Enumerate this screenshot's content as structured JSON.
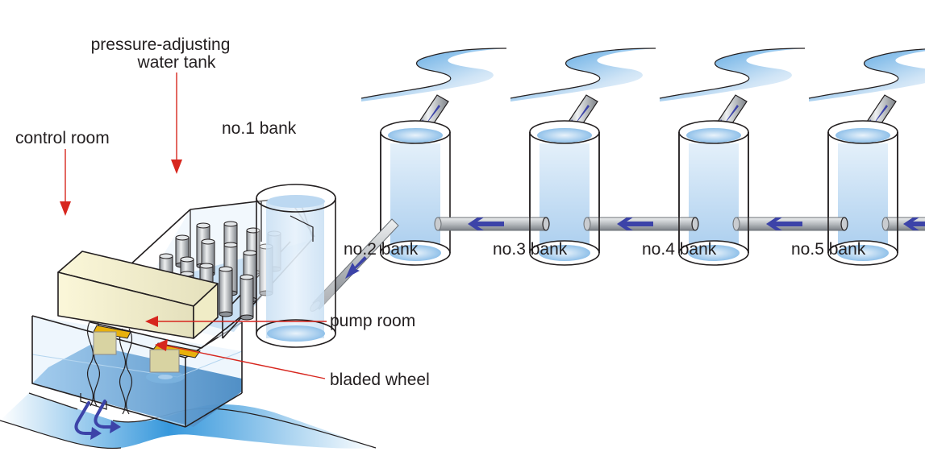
{
  "diagram": {
    "title": "Underground rainwater discharge system",
    "labels": {
      "pressure_tank_line1": "pressure-adjusting",
      "pressure_tank_line2": "water tank",
      "control_room": "control room",
      "bank1": "no.1 bank",
      "bank2": "no.2 bank",
      "bank3": "no.3 bank",
      "bank4": "no.4 bank",
      "bank5": "no.5 bank",
      "pump_room": "pump room",
      "bladed_wheel": "bladed wheel"
    },
    "banks": [
      {
        "id": 2,
        "label": "no.2 bank"
      },
      {
        "id": 3,
        "label": "no.3 bank"
      },
      {
        "id": 4,
        "label": "no.4 bank"
      },
      {
        "id": 5,
        "label": "no.5 bank"
      }
    ],
    "flow_direction": "right-to-left",
    "colors": {
      "rain": "#1b8fd6",
      "water": "#8fc3ea",
      "flow_arrow": "#3c43a8",
      "pointer_arrow": "#d7261e",
      "pipe": "#b9bcc0",
      "control_room_box": "#f4f0c8",
      "bladed_wheel": "#e8b10d",
      "outline": "#231f20"
    }
  }
}
